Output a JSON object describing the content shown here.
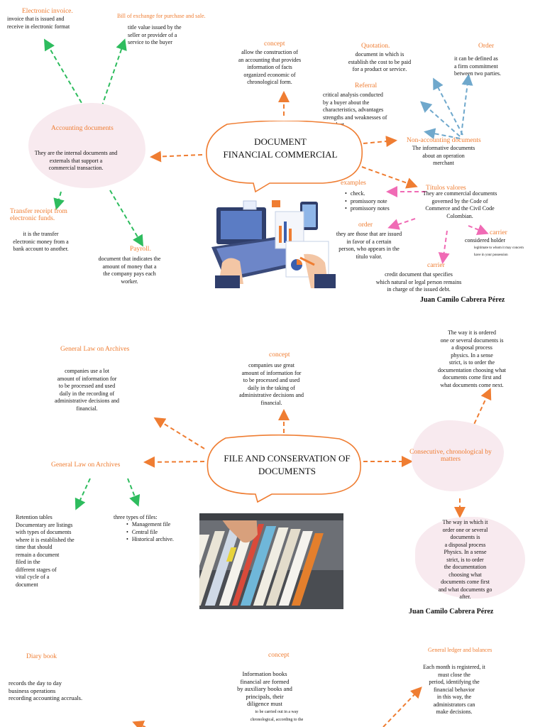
{
  "colors": {
    "accent": "#ef7d32",
    "arrow_green": "#2ebc5e",
    "arrow_blue": "#6fa8cc",
    "arrow_pink": "#f06bb5",
    "blob": "#f8eaef"
  },
  "map1": {
    "title_line1": "DOCUMENT",
    "title_line2": "FINANCIAL COMMERCIAL",
    "electronic_invoice": {
      "label": "Electronic invoice.",
      "text": "invoice that is issued and\nreceive in electronic format"
    },
    "bill_of_exchange": {
      "label": "Bill of exchange for purchase and sale.",
      "text": "title value issued by the\nseller or provider of a\nservice to the buyer"
    },
    "concept": {
      "label": "concept",
      "text": "allow the construction of\nan accounting that provides\ninformation of facts\norganized economic of\nchronological form."
    },
    "quotation": {
      "label": "Quotation.",
      "text": "document in which is\nestablish the cost to be paid\nfor a product or service."
    },
    "order": {
      "label": "Order",
      "text": "it can be defined as\na firm commitment\nbetween two parties."
    },
    "referral": {
      "label": "Referral",
      "text": "critical analysis conducted\nby a buyer about the\ncharacteristics, advantages\nstrengths and weaknesses of\na product"
    },
    "accounting_documents": {
      "label": "Accounting documents",
      "text": "They are the internal documents and\nexternals that support a\ncommercial transaction."
    },
    "non_accounting_documents": {
      "label": "Non-accounting documents",
      "text": "The informative documents\nabout an operation\nmerchant"
    },
    "titulos_valores": {
      "label": "Títulos valores",
      "text": "They are commercial documents\ngoverned by the Code of\nCommerce and the Civil Code\nColombian."
    },
    "examples": {
      "label": "examples",
      "items": [
        "check.",
        "promissory note",
        "promissory notes"
      ]
    },
    "order2": {
      "label": "order",
      "text": "they are those that are issued\nin favor of a certain\nperson, who appears in the\ntítulo valor."
    },
    "carrier_right": {
      "label": "carrier",
      "text": "considered holder",
      "small": "legitimate to whom it may concern\nhave in your possession"
    },
    "carrier_bottom": {
      "label": "carrier",
      "text": "credit document that specifies\nwhich natural or legal person remains\nin charge of the issued debt."
    },
    "transfer_receipt": {
      "label": "Transfer receipt from\nelectronic funds.",
      "text": "it is the transfer\nelectronic money from a\nbank account to another."
    },
    "payroll": {
      "label": "Payroll.",
      "text": "document that indicates the\namount of money that a\nthe company pays each\nworker."
    },
    "author": "Juan Camilo Cabrera Pérez"
  },
  "map2": {
    "title_line1": "FILE AND CONSERVATION OF",
    "title_line2": "DOCUMENTS",
    "general_law_top": {
      "label": "General Law on Archives",
      "text": "companies use a lot\namount of information for\nto be processed and used\ndaily in the recording of\nadministrative decisions and\nfinancial."
    },
    "concept": {
      "label": "concept",
      "text": "companies use great\namount of information for\nto be processed and used\ndaily in the taking of\nadministrative decisions and\nfinancial."
    },
    "ordering_text": "The way it is ordered\none or several documents is\na disposal process\nphysics. In a sense\nstrict, is to order the\ndocumentation choosing what\ndocuments come first and\nwhat documents come next.",
    "general_law_left": {
      "label": "General Law on Archives"
    },
    "consecutive": {
      "label": "Consecutive, chronological by\nmatters"
    },
    "retention": {
      "text": "Retention tables\nDocumentary are listings\nwith types of documents\nwhere it is established the\ntime that should\nremain a document\nfiled in the\ndifferent stages of\nvital cycle of a\ndocument"
    },
    "three_types": {
      "text": "three types of files:",
      "items": [
        "Management file",
        "Central file",
        "Historical archive."
      ]
    },
    "way_text": "The way in which it\norder one or several\ndocuments is\na disposal process\nPhysics. In a sense\nstrict, is to order\nthe documentation\nchoosing what\ndocuments come first\nand what documents go\nafter.",
    "author": "Juan Camilo Cabrera Pérez"
  },
  "map3": {
    "diary_book": {
      "label": "Diary book",
      "text": "records the day to day\nbusiness operations\nrecording accounting accruals."
    },
    "concept": {
      "label": "concept",
      "text": "Information books\nfinancial are formed\nby auxiliary books and\nprincipals, their\ndiligence must",
      "text_small": "to be carried out in a way\nchronological, according to the"
    },
    "general_ledger": {
      "label": "General ledger and balances",
      "text": "Each month is registered, it\nmust close the\nperiod, identifying the\nfinancial behavior\nin this way, the\nadministrators can\nmake decisions."
    }
  }
}
